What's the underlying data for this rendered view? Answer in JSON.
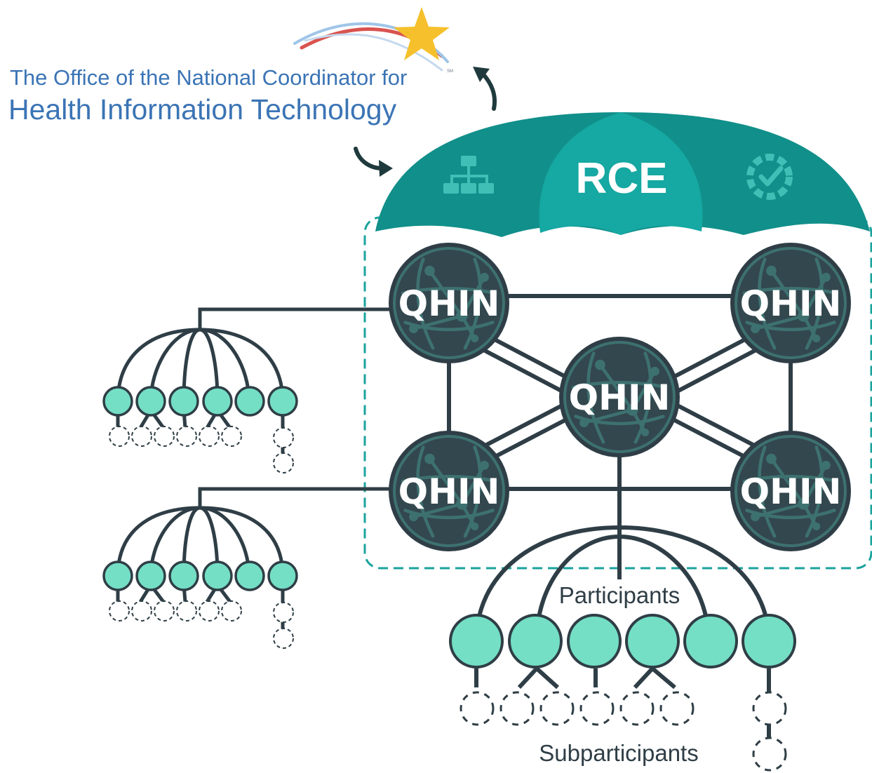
{
  "logo": {
    "line1": "The Office of the National Coordinator for",
    "line2": "Health Information Technology",
    "mark": "SM",
    "star_icon": "star-icon",
    "colors": {
      "text": "#3b74b5",
      "star": "#f5c02b",
      "swoosh_red": "#d9534f",
      "swoosh_blue": "#9fc5e8"
    }
  },
  "umbrella": {
    "label": "RCE",
    "left_icon": "org-chart-icon",
    "right_icon": "gear-check-icon",
    "colors": {
      "canopy_dark": "#118f8a",
      "canopy_light": "#16a8a2"
    }
  },
  "hubs": [
    {
      "id": "top-left",
      "label": "QHIN"
    },
    {
      "id": "top-right",
      "label": "QHIN"
    },
    {
      "id": "center",
      "label": "QHIN"
    },
    {
      "id": "bottom-left",
      "label": "QHIN"
    },
    {
      "id": "bottom-right",
      "label": "QHIN"
    }
  ],
  "labels": {
    "participants": "Participants",
    "subparticipants": "Subparticipants"
  },
  "colors": {
    "line": "#2f3e46",
    "participant": "#74dfc5",
    "hub_fill": "#2f3e46",
    "hub_ring": "#3d7170",
    "boundary": "#1aa39c"
  }
}
